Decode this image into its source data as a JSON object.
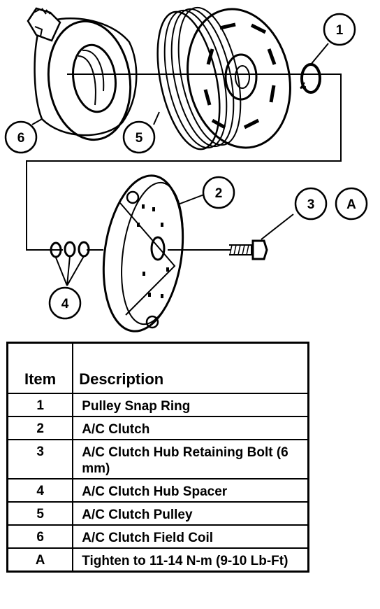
{
  "callouts": {
    "c1": "1",
    "c2": "2",
    "c3": "3",
    "cA": "A",
    "c4": "4",
    "c5": "5",
    "c6": "6"
  },
  "table": {
    "headers": {
      "item": "Item",
      "description": "Description"
    },
    "rows": [
      {
        "item": "1",
        "description": "Pulley Snap Ring"
      },
      {
        "item": "2",
        "description": "A/C Clutch"
      },
      {
        "item": "3",
        "description": "A/C Clutch Hub Retaining Bolt (6 mm)"
      },
      {
        "item": "4",
        "description": "A/C Clutch Hub Spacer"
      },
      {
        "item": "5",
        "description": "A/C Clutch Pulley"
      },
      {
        "item": "6",
        "description": "A/C Clutch Field Coil"
      },
      {
        "item": "A",
        "description": "Tighten to 11-14 N-m (9-10 Lb-Ft)"
      }
    ]
  }
}
